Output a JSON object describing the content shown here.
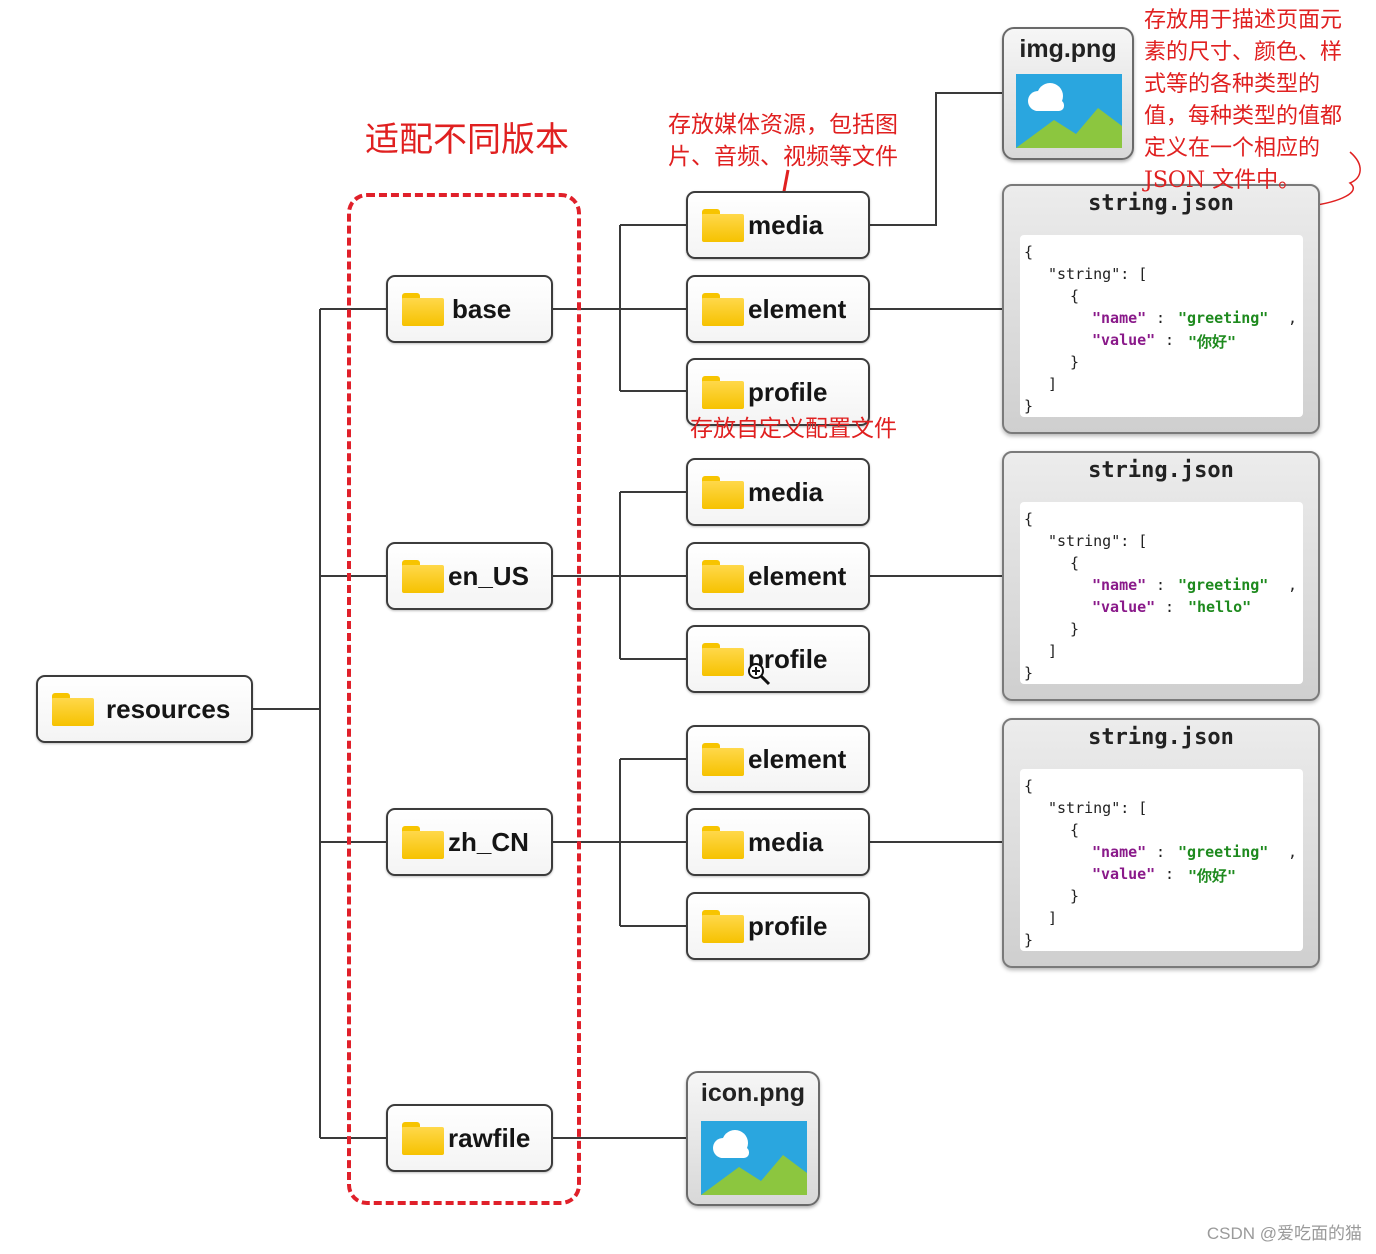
{
  "root": {
    "label": "resources"
  },
  "qualifier_annotation": "适配不同版本",
  "folders": {
    "base": {
      "label": "base",
      "children": [
        "media",
        "element",
        "profile"
      ]
    },
    "en_US": {
      "label": "en_US",
      "children": [
        "media",
        "element",
        "profile"
      ]
    },
    "zh_CN": {
      "label": "zh_CN",
      "children": [
        "element",
        "media",
        "profile"
      ]
    },
    "rawfile": {
      "label": "rawfile"
    }
  },
  "images": {
    "img": "img.png",
    "icon": "icon.png"
  },
  "json_files": [
    {
      "title": "string.json",
      "lines": [
        "{",
        "\"string\": [",
        "{",
        "\"name\": \"greeting\",",
        "\"value\": \"你好\"",
        "}",
        "]",
        "}"
      ],
      "name_key": "\"name\"",
      "name_value": "\"greeting\"",
      "value_key": "\"value\"",
      "value_value": "\"你好\""
    },
    {
      "title": "string.json",
      "name_key": "\"name\"",
      "name_value": "\"greeting\"",
      "value_key": "\"value\"",
      "value_value": "\"hello\""
    },
    {
      "title": "string.json",
      "name_key": "\"name\"",
      "name_value": "\"greeting\"",
      "value_key": "\"value\"",
      "value_value": "\"你好\""
    }
  ],
  "code": {
    "open_brace": "{",
    "string_key": "\"string\": [",
    "inner_open": "{",
    "inner_close": "}",
    "array_close": "]",
    "close_brace": "}",
    "colon": ":",
    "comma": ","
  },
  "notes": {
    "media_note_line1": "存放媒体资源，包括图",
    "media_note_line2": "片、音频、视频等文件",
    "profile_note": "存放自定义配置文件",
    "element_note_lines": [
      "存放用于描述页面元",
      "素的尺寸、颜色、样",
      "式等的各种类型的",
      "值，每种类型的值都",
      "定义在一个相应的",
      "JSON 文件中。"
    ]
  },
  "watermark": "CSDN @爱吃面的猫",
  "colors": {
    "annotation": "#e02020",
    "folder": "#f7c400",
    "json_key": "#8a1a8a",
    "json_value": "#1e8a1e"
  }
}
